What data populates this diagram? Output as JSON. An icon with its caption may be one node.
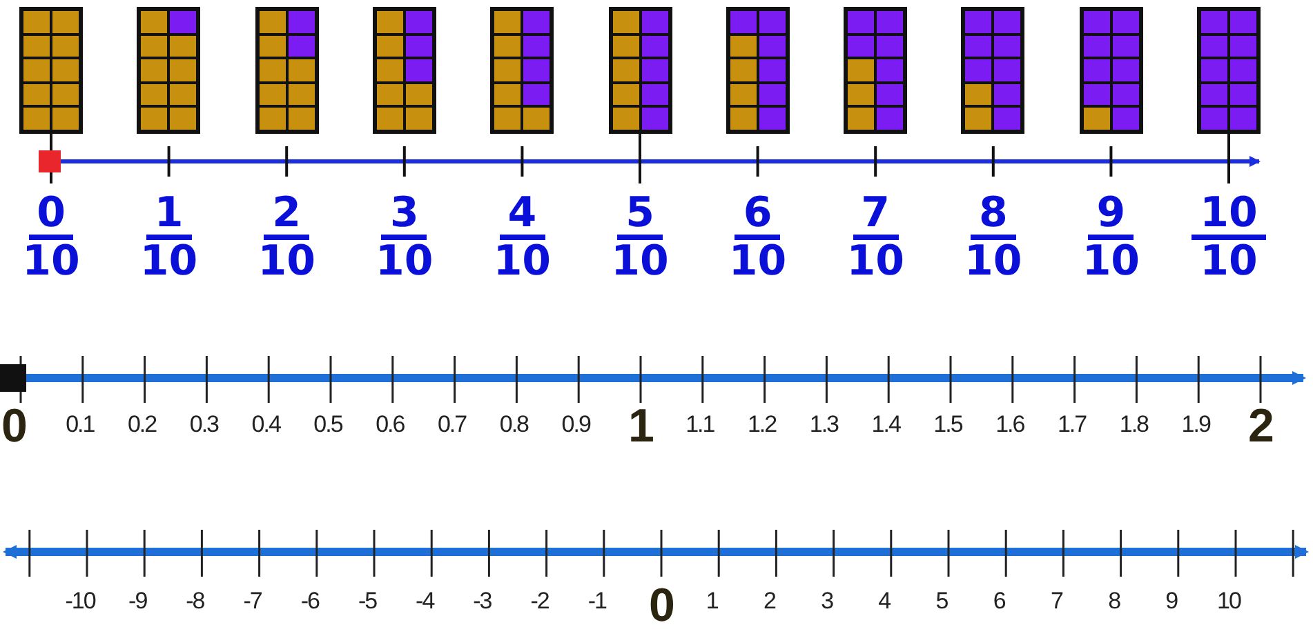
{
  "diagram": {
    "labels": [
      "0",
      "10",
      "1",
      "10",
      "2",
      "10",
      "3",
      "10",
      "4",
      "10",
      "5",
      "10",
      "6",
      "10",
      "7",
      "10",
      "8",
      "10",
      "9",
      "10",
      "10",
      "10",
      "0",
      "0.1",
      "0.2",
      "0.3",
      "0.4",
      "0.5",
      "0.6",
      "0.7",
      "0.8",
      "0.9",
      "1",
      "1.1",
      "1.2",
      "1.3",
      "1.4",
      "1.5",
      "1.6",
      "1.7",
      "1.8",
      "1.9",
      "2",
      "-10",
      "-9",
      "-8",
      "-7",
      "-6",
      "-5",
      "-4",
      "-3",
      "-2",
      "-1",
      "0",
      "1",
      "2",
      "3",
      "4",
      "5",
      "6",
      "7",
      "8",
      "9",
      "10"
    ]
  }
}
